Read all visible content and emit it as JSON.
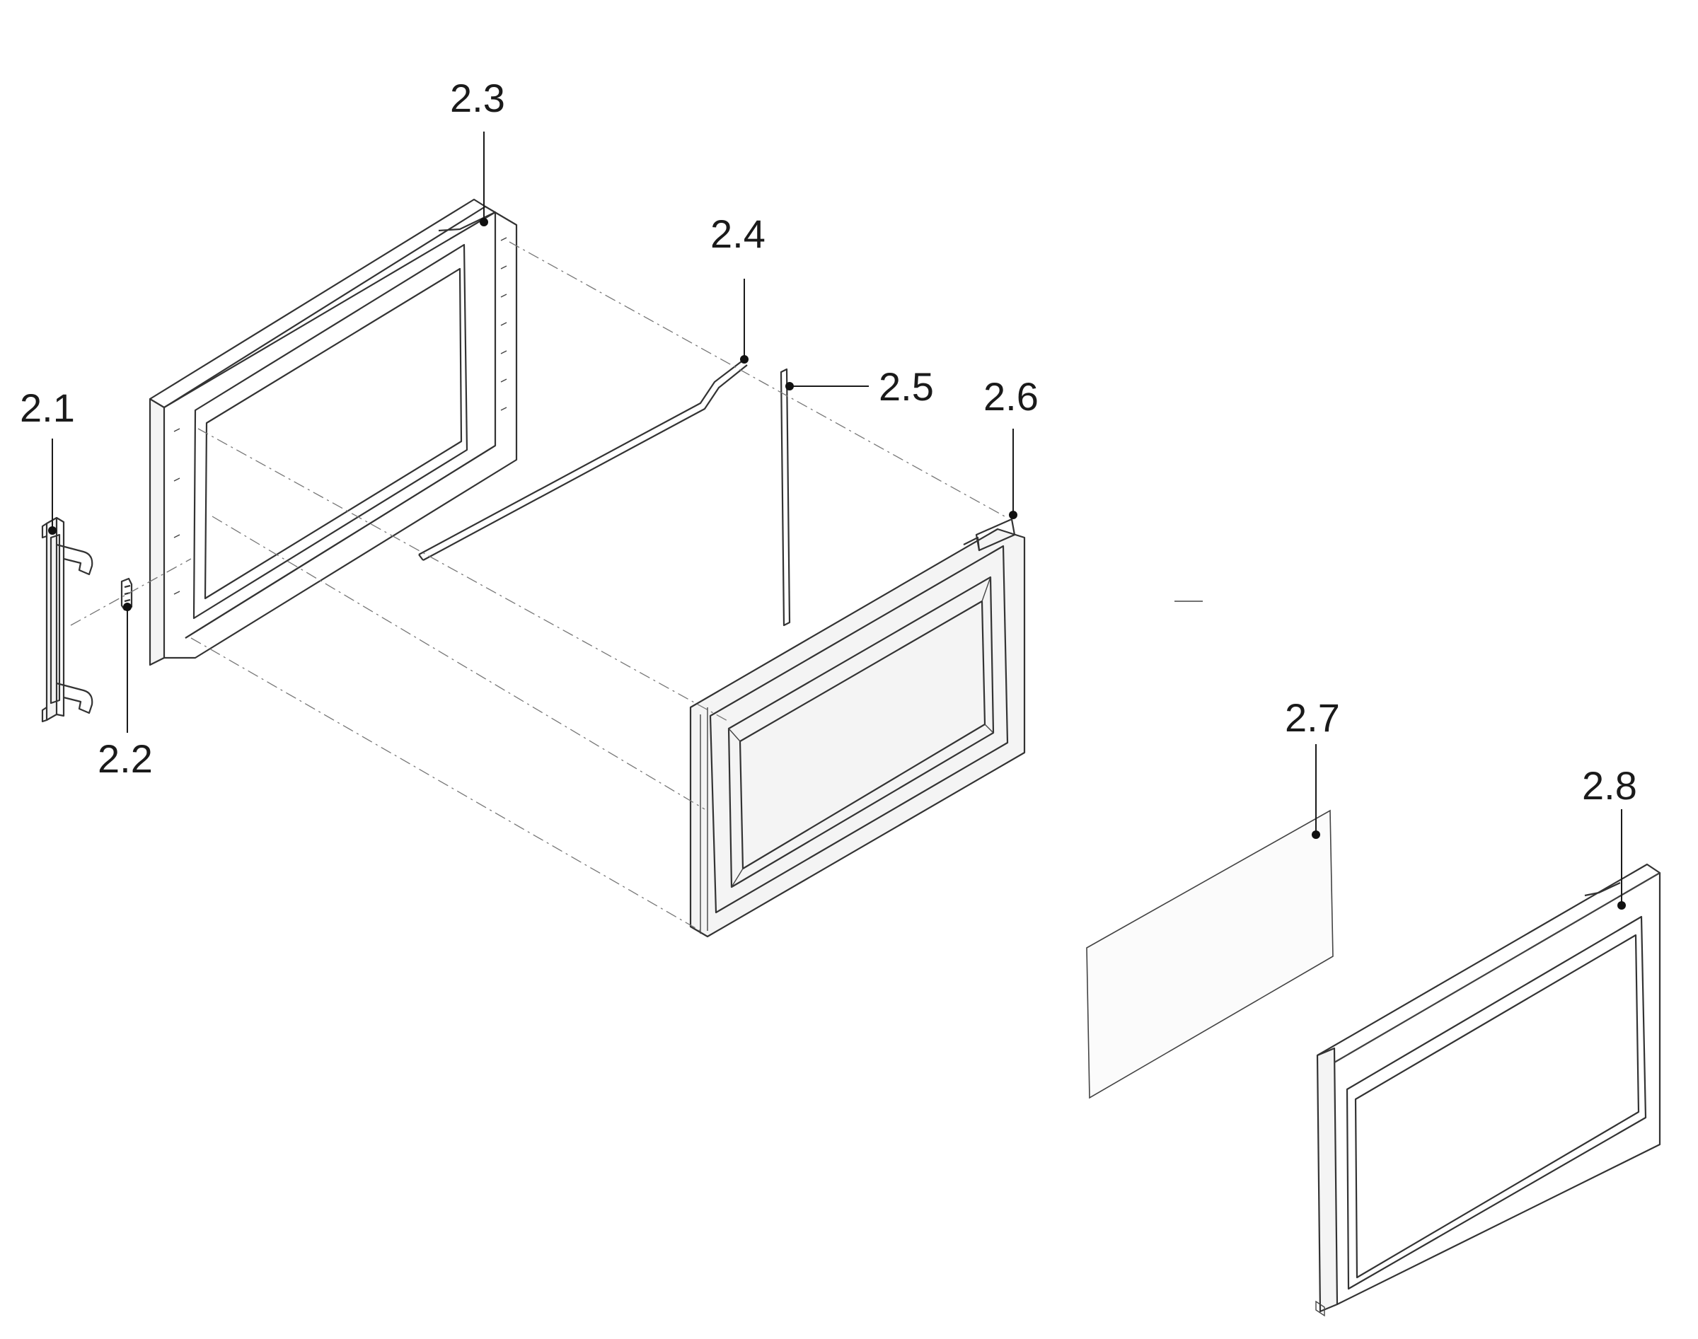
{
  "labels": {
    "p2_1": "2.1",
    "p2_2": "2.2",
    "p2_3": "2.3",
    "p2_4": "2.4",
    "p2_5": "2.5",
    "p2_6": "2.6",
    "p2_7": "2.7",
    "p2_8": "2.8"
  },
  "colors": {
    "line": "#333333",
    "label": "#1a1a1a",
    "background": "#ffffff"
  }
}
